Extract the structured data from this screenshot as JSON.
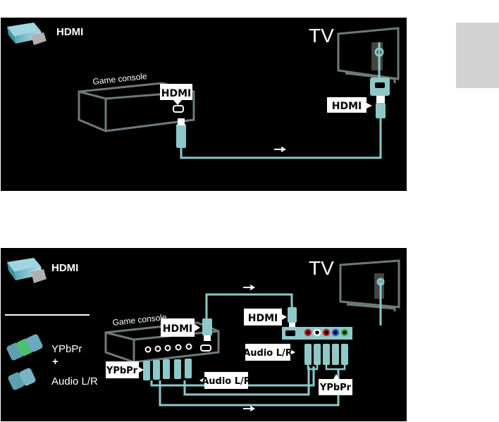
{
  "diagram1": {
    "legend": "HDMI",
    "tv": "TV",
    "device": "Game console",
    "device_port_label": "HDMI",
    "tv_port_label": "HDMI"
  },
  "diagram2": {
    "legend_hdmi": "HDMI",
    "legend_ypbpr": "YPbPr",
    "legend_plus": "+",
    "legend_audio": "Audio L/R",
    "tv": "TV",
    "device": "Game console",
    "device_hdmi_label": "HDMI",
    "device_ypbpr_label": "YPbPr",
    "device_audio_label": "Audio L/R",
    "tv_hdmi_label": "HDMI",
    "tv_audio_label": "Audio L/R",
    "tv_ypbpr_label": "YPbPr"
  },
  "colors": {
    "cable": "#8ec8c8",
    "frame": "#6e7a7a",
    "red": "#d0202a",
    "blue": "#2a5fd0",
    "green": "#3cb04a"
  }
}
